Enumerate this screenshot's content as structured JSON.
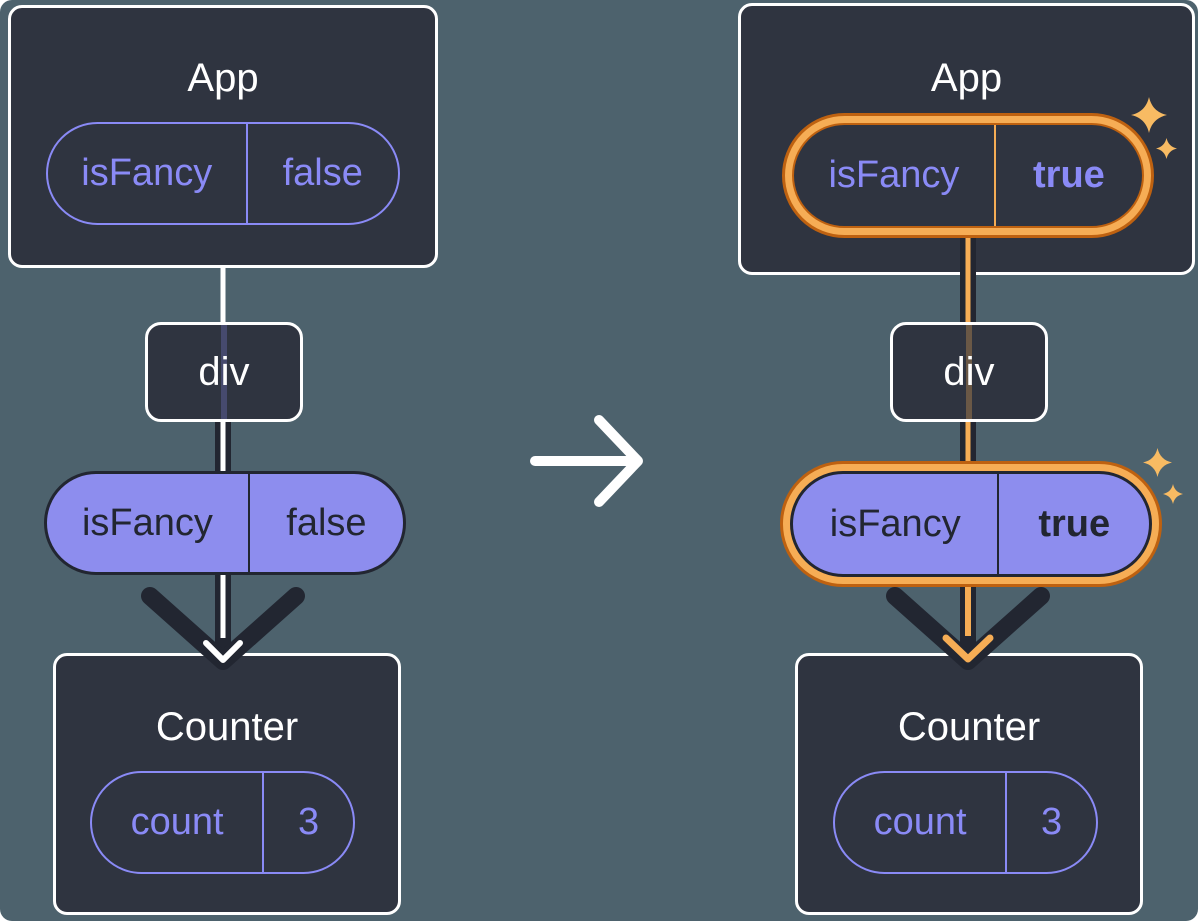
{
  "colors": {
    "background": "#4D626D",
    "card": "#2F3440",
    "dark": "#222631",
    "purple": "#8A8AF6",
    "purple_fill": "#8D8DEE",
    "orange": "#F6AD55",
    "orange_dark": "#BE6110",
    "sparkle": "#F8BB63",
    "white": "#FFFFFF"
  },
  "icons": {
    "transition": "right-arrow",
    "flow_before": "down-arrow-white-core",
    "flow_after": "down-arrow-orange-core",
    "highlight": "four-point-sparkle"
  },
  "before": {
    "app": {
      "title": "App",
      "prop": {
        "name": "isFancy",
        "value": "false"
      }
    },
    "div": {
      "label": "div"
    },
    "prop_pill": {
      "name": "isFancy",
      "value": "false"
    },
    "counter": {
      "title": "Counter",
      "state": {
        "name": "count",
        "value": "3"
      }
    }
  },
  "after": {
    "app": {
      "title": "App",
      "prop": {
        "name": "isFancy",
        "value": "true"
      }
    },
    "div": {
      "label": "div"
    },
    "prop_pill": {
      "name": "isFancy",
      "value": "true"
    },
    "counter": {
      "title": "Counter",
      "state": {
        "name": "count",
        "value": "3"
      }
    }
  }
}
